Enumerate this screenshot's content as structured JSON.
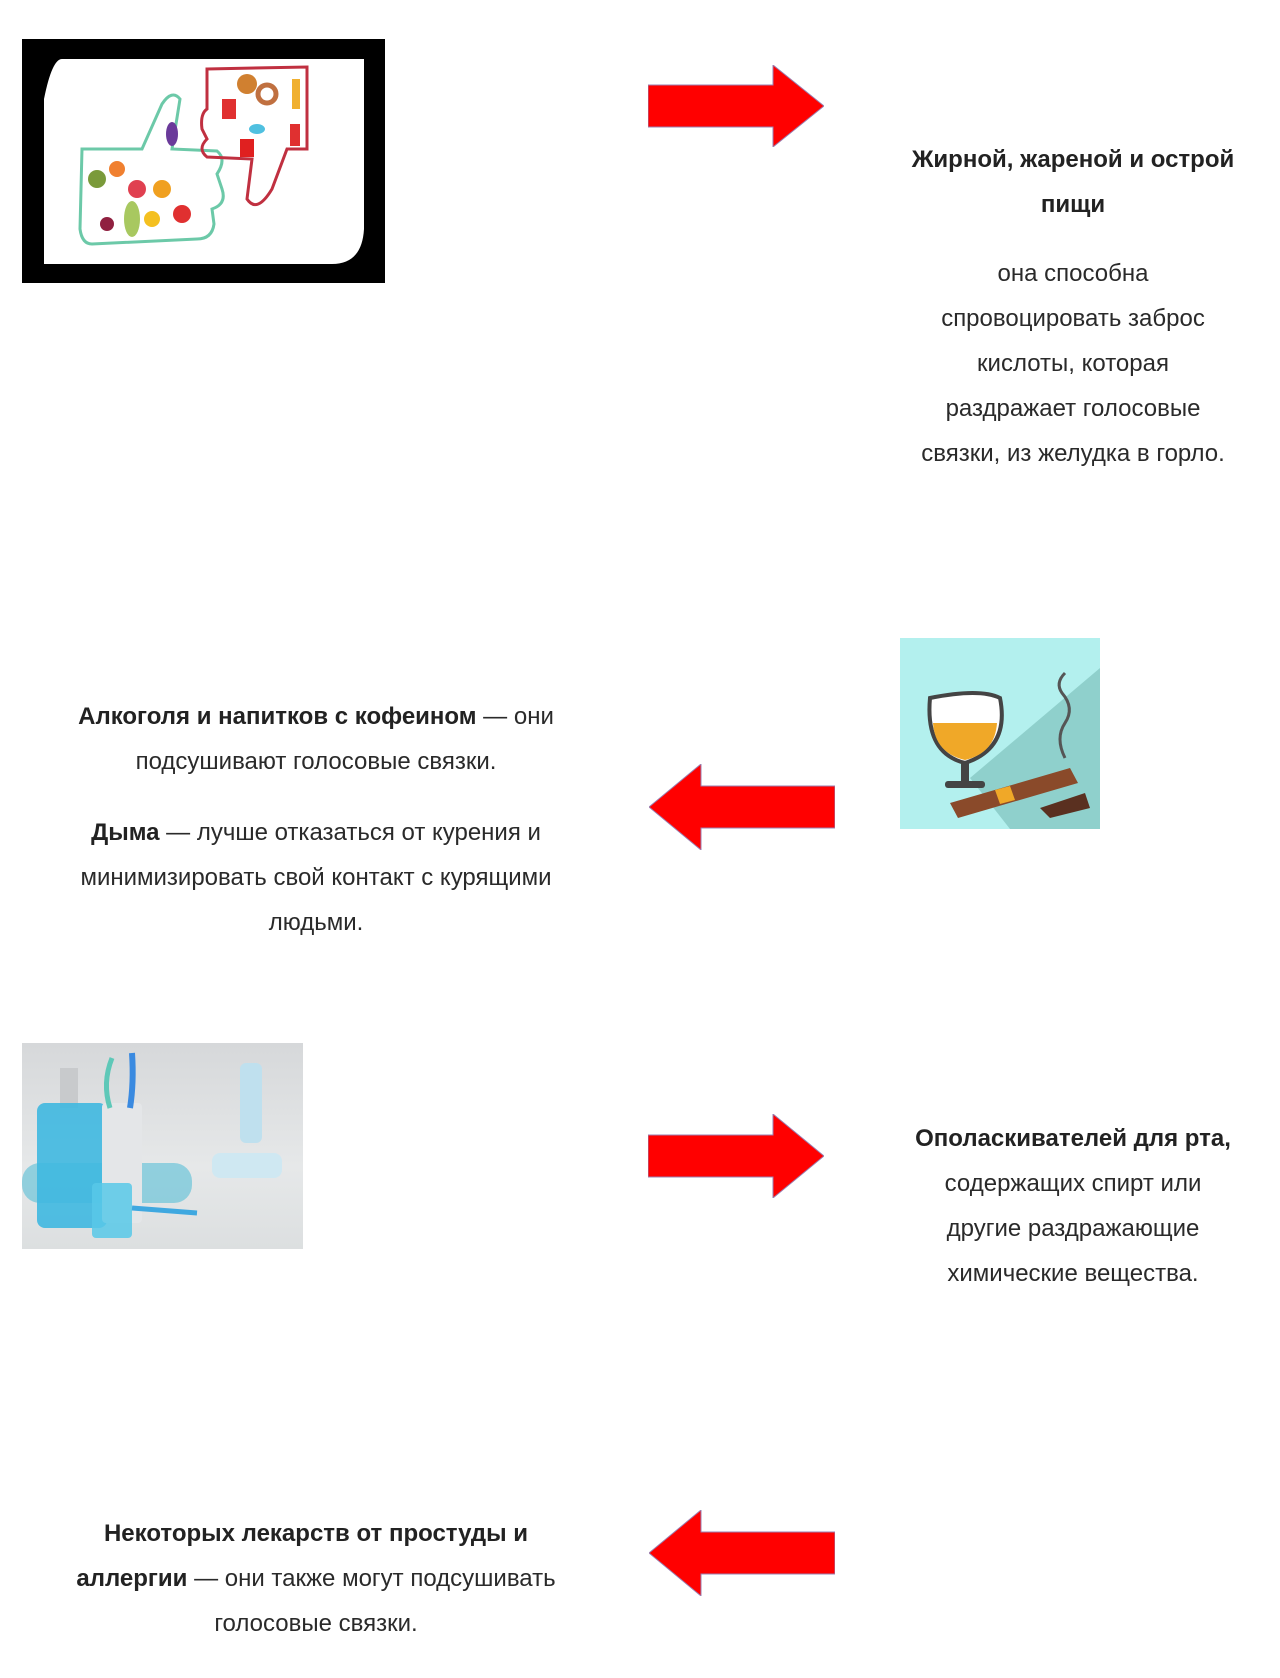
{
  "sections": [
    {
      "image": "food-thumbs-illustration",
      "arrow_direction": "right",
      "heading": "Жирной, жареной и острой пищи",
      "body": "она способна спровоцировать заброс кислоты, которая раздражает голосовые связки, из желудка в горло."
    },
    {
      "image": "brandy-cigar-illustration",
      "arrow_direction": "left",
      "p1_bold": "Алкоголя и напитков с кофеином",
      "p1_rest": " — они подсушивают голосовые связки.",
      "p2_bold": "Дыма",
      "p2_rest": " — лучше отказаться от курения и минимизировать свой контакт с курящими людьми."
    },
    {
      "image": "mouthwash-photo",
      "arrow_direction": "right",
      "bold": "Ополаскивателей для рта,",
      "rest": " содержащих спирт или другие раздражающие химические вещества."
    },
    {
      "arrow_direction": "left",
      "bold": "Некоторых лекарств от простуды и аллергии",
      "rest": " — они также могут подсушивать голосовые связки."
    }
  ],
  "colors": {
    "arrow": "#ff0000",
    "text": "#2a2a2a"
  }
}
